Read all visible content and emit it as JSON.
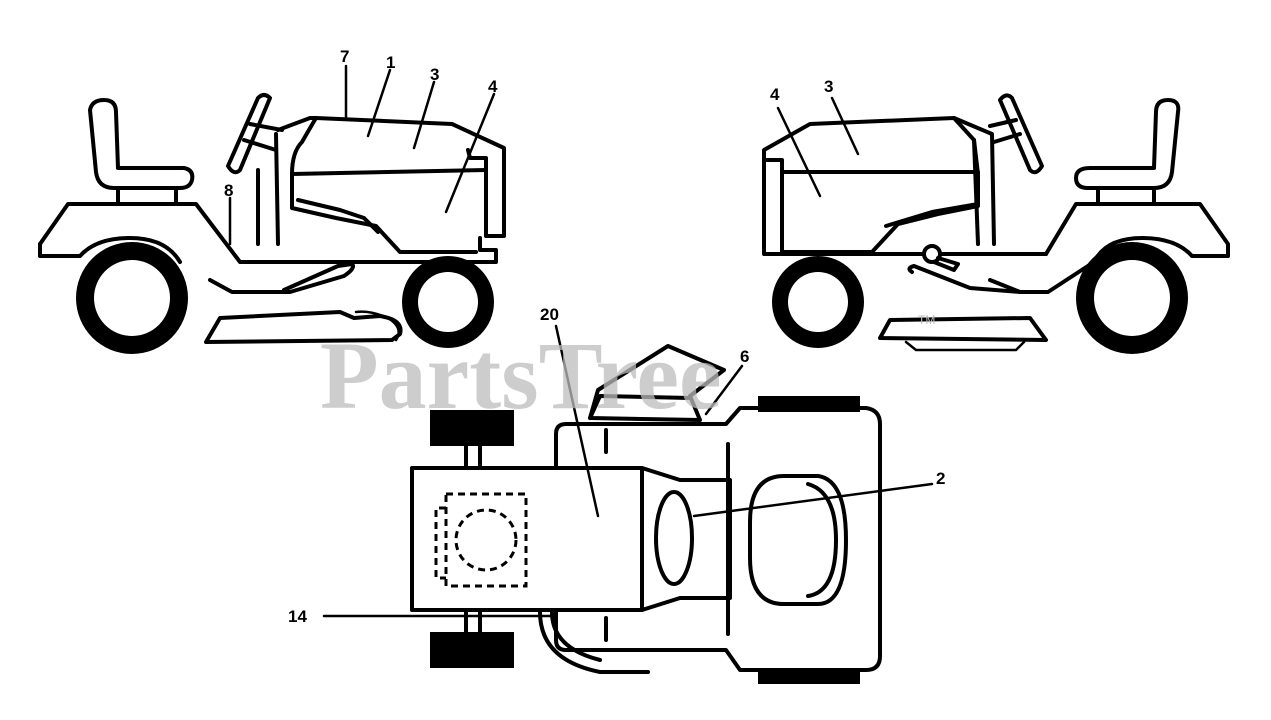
{
  "watermark": {
    "text": "PartsTree",
    "trademark": "TM"
  },
  "callouts": {
    "left_view": {
      "c7": "7",
      "c1": "1",
      "c3": "3",
      "c4": "4",
      "c8": "8"
    },
    "right_view": {
      "c4": "4",
      "c3": "3"
    },
    "top_view": {
      "c20": "20",
      "c6": "6",
      "c2": "2",
      "c14": "14"
    }
  },
  "colors": {
    "line": "#000000",
    "background": "#ffffff",
    "watermark": "#bdbdbd"
  }
}
